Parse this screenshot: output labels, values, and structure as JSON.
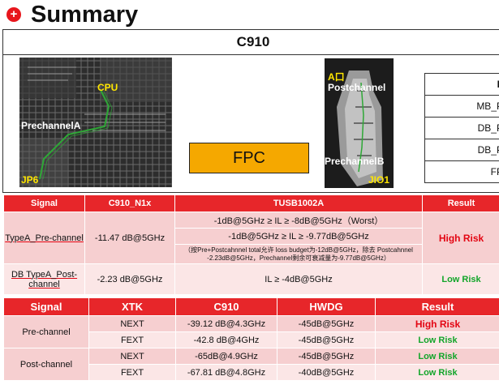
{
  "header": {
    "icon": "plus-circle-icon",
    "title": "Summary"
  },
  "board": {
    "title": "C910",
    "pcb_left": {
      "cpu": "CPU",
      "prechannel": "PrechannelA",
      "connector": "JP6"
    },
    "fpc": "FPC",
    "pcb_right": {
      "port": "A口",
      "postchannel": "Postchannel",
      "prechannel": "PrechannelB",
      "connector": "JIO1"
    },
    "side_table": [
      "L",
      "MB_P",
      "DB_P",
      "DB_P",
      "FP"
    ]
  },
  "table1": {
    "headers": [
      "Signal",
      "C910_N1x",
      "TUSB1002A",
      "Result"
    ],
    "rows": [
      {
        "signal": "TypeA_Pre-channel",
        "c910": "-11.47 dB@5GHz",
        "spec1": "-1dB@5GHz ≥ IL ≥ -8dB@5GHz（Worst）",
        "spec2": "-1dB@5GHz ≥ IL ≥ -9.77dB@5GHz",
        "note": "（按Pre+Postcahnnel total允许 loss budget为-12dB@5GHz，除去 Postcahnnel -2.23dB@5GHz，Prechannel剩余可衰减量为-9.77dB@5GHz）",
        "result": "High  Risk"
      },
      {
        "signal": "DB TypeA_Post-channel",
        "c910": "-2.23 dB@5GHz",
        "spec1": "IL ≥ -4dB@5GHz",
        "result": "Low Risk"
      }
    ]
  },
  "table2": {
    "headers": [
      "Signal",
      "XTK",
      "C910",
      "HWDG",
      "Result"
    ],
    "groups": [
      {
        "signal": "Pre-channel",
        "rows": [
          {
            "xtk": "NEXT",
            "c910": "-39.12 dB@4.3GHz",
            "hwdg": "-45dB@5GHz",
            "result": "High Risk"
          },
          {
            "xtk": "FEXT",
            "c910": "-42.8 dB@4GHz",
            "hwdg": "-45dB@5GHz",
            "result": "Low Risk"
          }
        ]
      },
      {
        "signal": "Post-channel",
        "rows": [
          {
            "xtk": "NEXT",
            "c910": "-65dB@4.9GHz",
            "hwdg": "-45dB@5GHz",
            "result": "Low Risk"
          },
          {
            "xtk": "FEXT",
            "c910": "-67.81 dB@4.8GHz",
            "hwdg": "-40dB@5GHz",
            "result": "Low Risk"
          }
        ]
      }
    ]
  },
  "colors": {
    "header_red": "#e7262a",
    "high_risk": "#e30613",
    "low_risk": "#12a52a",
    "fpc": "#f5a800"
  }
}
